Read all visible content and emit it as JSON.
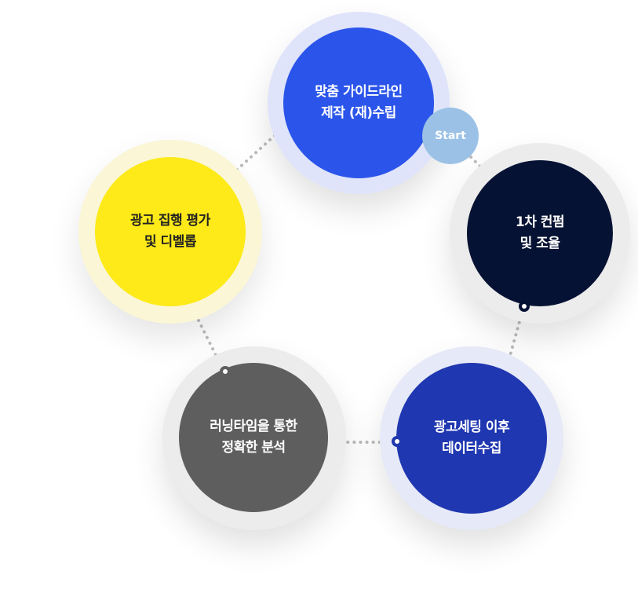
{
  "steps": [
    {
      "id": "step1",
      "lines": [
        "맞춤 가이드라인",
        "제작 (재)수립"
      ],
      "color": "#2b55ea",
      "text_color": "#ffffff"
    },
    {
      "id": "step2",
      "lines": [
        "1차 컨펌",
        "및 조율"
      ],
      "color": "#061233",
      "text_color": "#ffffff"
    },
    {
      "id": "step3",
      "lines": [
        "광고세팅 이후",
        "데이터수집"
      ],
      "color": "#1f37b0",
      "text_color": "#ffffff"
    },
    {
      "id": "step4",
      "lines": [
        "러닝타임을 통한",
        "정확한 분석"
      ],
      "color": "#5e5e5e",
      "text_color": "#ffffff"
    },
    {
      "id": "step5",
      "lines": [
        "광고 집행 평가",
        "및 디벨롭"
      ],
      "color": "#fdea18",
      "text_color": "#222222"
    }
  ],
  "start_badge": {
    "label": "Start",
    "color": "#9bc2e6"
  }
}
